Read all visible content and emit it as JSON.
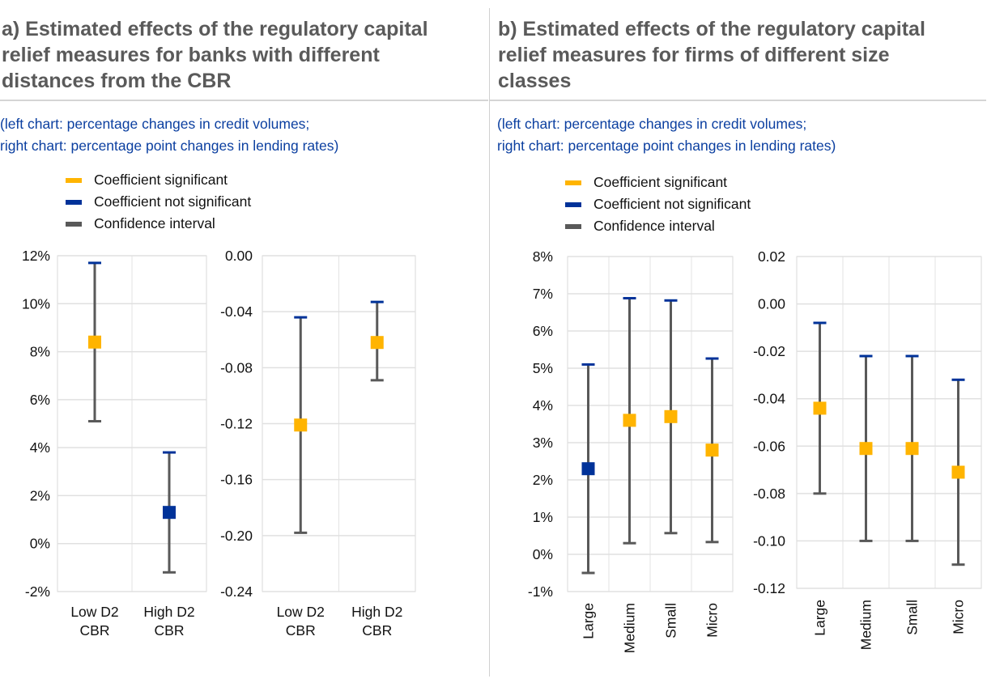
{
  "panel_a": {
    "title_lines": [
      "a) Estimated effects of the regulatory capital",
      "relief measures for banks with different",
      "distances from the CBR"
    ],
    "subtitle_lines": [
      "(left chart: percentage changes in credit volumes;",
      "right chart: percentage point changes in lending rates)"
    ]
  },
  "panel_b": {
    "title_lines": [
      "b) Estimated effects of the regulatory capital",
      "relief measures for firms of different size",
      "classes"
    ],
    "subtitle_lines": [
      "(left chart: percentage changes in credit volumes;",
      "right chart: percentage point changes in lending rates)"
    ]
  },
  "legend": {
    "items": [
      {
        "label": "Coefficient significant",
        "color": "#ffb400"
      },
      {
        "label": "Coefficient not significant",
        "color": "#003299"
      },
      {
        "label": "Confidence interval",
        "color": "#595959"
      }
    ]
  },
  "chart_data": [
    {
      "type": "scatter",
      "panel": "a",
      "name": "credit-volumes-by-distance",
      "categories": [
        "Low D2\nCBR",
        "High D2\nCBR"
      ],
      "ylim": [
        -2,
        12
      ],
      "yticks": [
        -2,
        0,
        2,
        4,
        6,
        8,
        10,
        12
      ],
      "ytick_labels": [
        "-2%",
        "0%",
        "2%",
        "4%",
        "6%",
        "8%",
        "10%",
        "12%"
      ],
      "values": [
        8.4,
        1.3
      ],
      "lower": [
        5.1,
        -1.2
      ],
      "upper": [
        11.7,
        3.8
      ],
      "significant": [
        true,
        false
      ],
      "grid": true
    },
    {
      "type": "scatter",
      "panel": "a",
      "name": "lending-rates-by-distance",
      "categories": [
        "Low D2\nCBR",
        "High D2\nCBR"
      ],
      "ylim": [
        -0.24,
        0
      ],
      "yticks": [
        -0.24,
        -0.2,
        -0.16,
        -0.12,
        -0.08,
        -0.04,
        0
      ],
      "ytick_labels": [
        "-0.24",
        "-0.20",
        "-0.16",
        "-0.12",
        "-0.08",
        "-0.04",
        "0.00"
      ],
      "values": [
        -0.121,
        -0.062
      ],
      "lower": [
        -0.198,
        -0.089
      ],
      "upper": [
        -0.044,
        -0.033
      ],
      "significant": [
        true,
        true
      ],
      "grid": true
    },
    {
      "type": "scatter",
      "panel": "b",
      "name": "credit-volumes-by-size",
      "categories": [
        "Large",
        "Medium",
        "Small",
        "Micro"
      ],
      "ylim": [
        -1,
        8
      ],
      "yticks": [
        -1,
        0,
        1,
        2,
        3,
        4,
        5,
        6,
        7,
        8
      ],
      "ytick_labels": [
        "-1%",
        "0%",
        "1%",
        "2%",
        "3%",
        "4%",
        "5%",
        "6%",
        "7%",
        "8%"
      ],
      "values": [
        2.3,
        3.6,
        3.7,
        2.8
      ],
      "lower": [
        -0.5,
        0.3,
        0.57,
        0.33
      ],
      "upper": [
        5.1,
        6.88,
        6.82,
        5.26
      ],
      "significant": [
        false,
        true,
        true,
        true
      ],
      "grid": true
    },
    {
      "type": "scatter",
      "panel": "b",
      "name": "lending-rates-by-size",
      "categories": [
        "Large",
        "Medium",
        "Small",
        "Micro"
      ],
      "ylim": [
        -0.12,
        0.02
      ],
      "yticks": [
        -0.12,
        -0.1,
        -0.08,
        -0.06,
        -0.04,
        -0.02,
        0,
        0.02
      ],
      "ytick_labels": [
        "-0.12",
        "-0.10",
        "-0.08",
        "-0.06",
        "-0.04",
        "-0.02",
        "0.00",
        "0.02"
      ],
      "values": [
        -0.044,
        -0.061,
        -0.061,
        -0.071
      ],
      "lower": [
        -0.08,
        -0.1,
        -0.1,
        -0.11
      ],
      "upper": [
        -0.008,
        -0.022,
        -0.022,
        -0.032
      ],
      "significant": [
        true,
        true,
        true,
        true
      ],
      "grid": true
    }
  ]
}
